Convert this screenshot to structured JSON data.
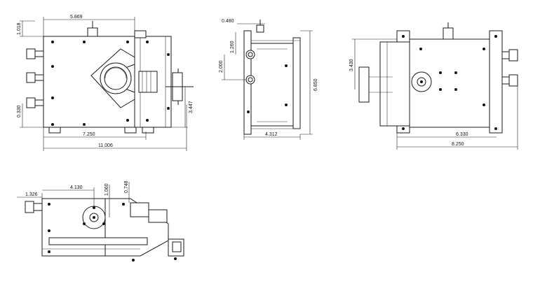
{
  "views": {
    "front": {
      "dim_width_top": "5.869",
      "dim_top_left": "1.018",
      "dim_left_lower": "0.330",
      "dim_right_height": "3.447",
      "dim_bottom_inner": "7.250",
      "dim_bottom_overall": "11.006"
    },
    "side": {
      "dim_top": "0.480",
      "dim_v1": "1.260",
      "dim_v2": "2.000",
      "dim_height": "6.850",
      "dim_bottom": "4.312"
    },
    "rear": {
      "dim_left_height": "3.430",
      "dim_bottom_inner": "6.330",
      "dim_bottom_overall": "8.250"
    },
    "bottom": {
      "dim_left": "1.326",
      "dim_top": "4.130",
      "dim_v1": "1.060",
      "dim_v2": "0.748"
    }
  }
}
